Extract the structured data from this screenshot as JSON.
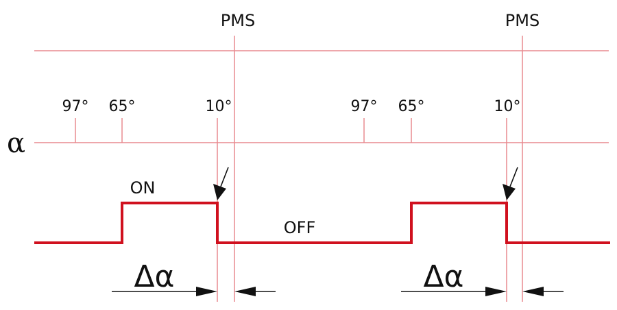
{
  "pms_labels": [
    "PMS",
    "PMS"
  ],
  "axis_symbol": "α",
  "ticks": [
    "97°",
    "65°",
    "10°",
    "97°",
    "65°",
    "10°"
  ],
  "states": {
    "on": "ON",
    "off": "OFF"
  },
  "delta_labels": [
    "Δα",
    "Δα"
  ],
  "colors": {
    "signal": "#d0101e",
    "guide": "#e98a8f",
    "ink": "#111111"
  }
}
